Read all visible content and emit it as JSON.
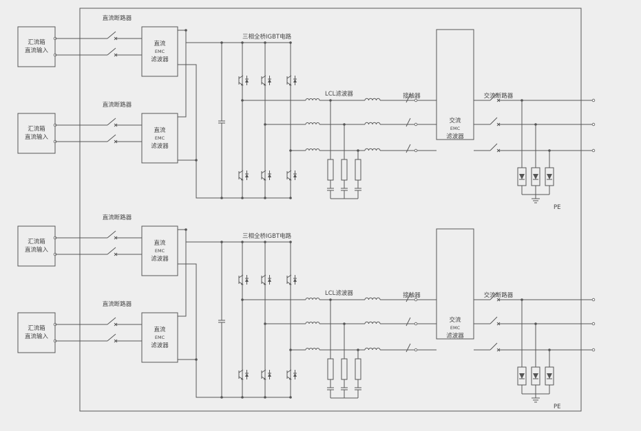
{
  "dc_input_label_1": "汇流箱",
  "dc_input_label_2": "直流输入",
  "dc_breaker_label": "直流断路器",
  "dc_emc_line1": "直流",
  "dc_emc_line2": "EMC",
  "dc_emc_line3": "滤波器",
  "igbt_label": "三相全桥IGBT电路",
  "lcl_label": "LCL滤波器",
  "contactor_label": "接触器",
  "ac_emc_line1": "交流",
  "ac_emc_line2": "EMC",
  "ac_emc_line3": "滤波器",
  "ac_breaker_label": "交流断路器",
  "pe_label": "PE"
}
